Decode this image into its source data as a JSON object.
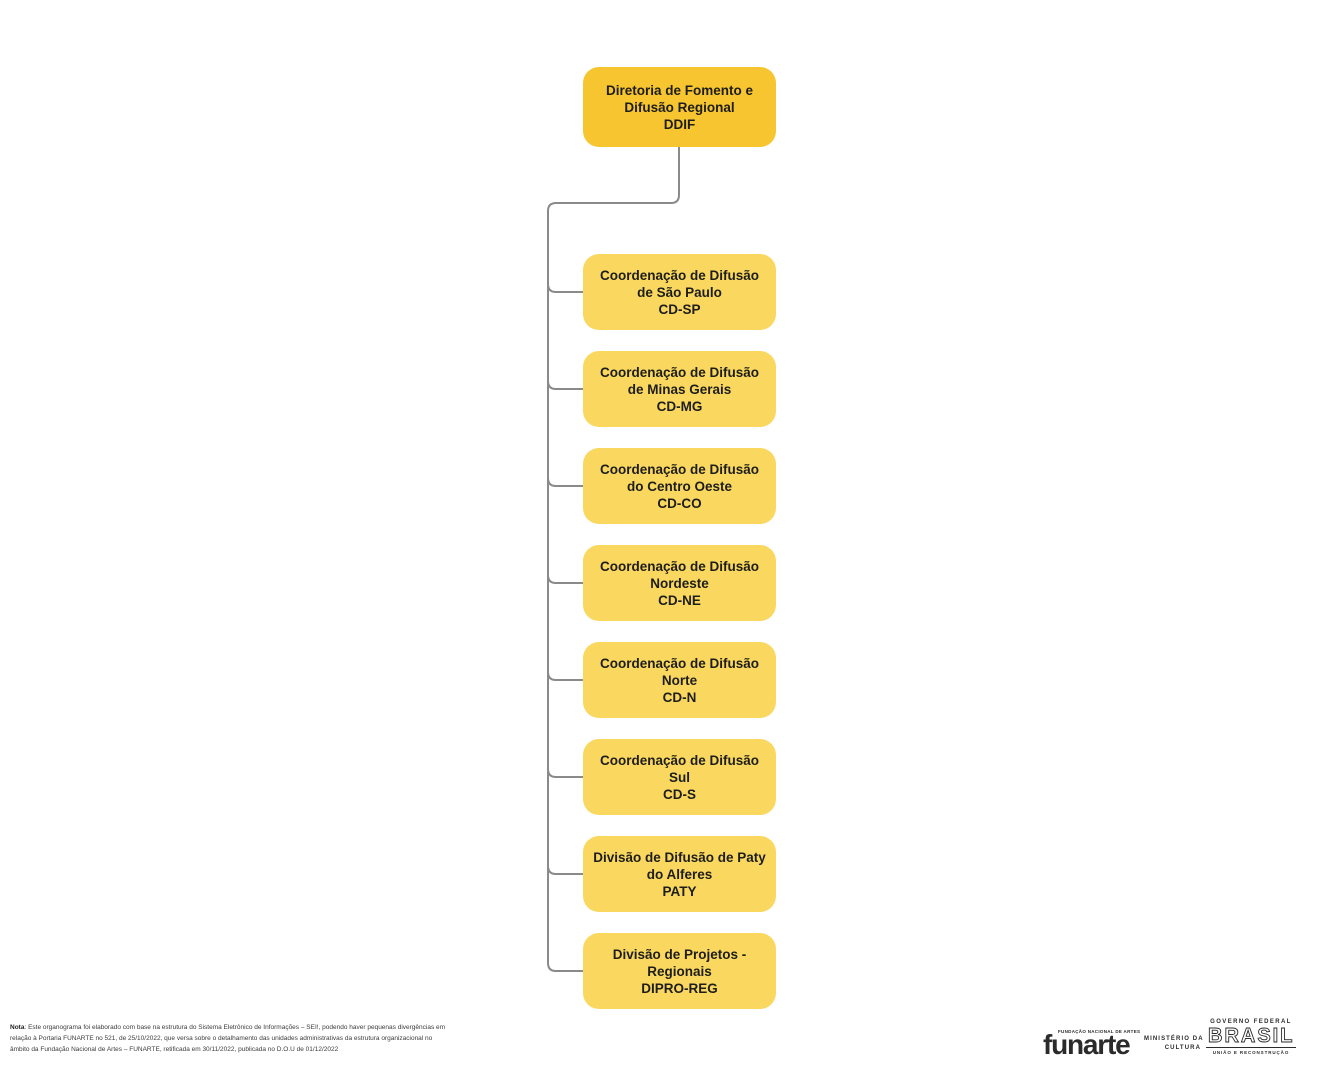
{
  "chart": {
    "root": {
      "name": "Diretoria de Fomento e Difusão Regional",
      "acronym": "DDIF"
    },
    "children": [
      {
        "name": "Coordenação de Difusão de São Paulo",
        "acronym": "CD-SP"
      },
      {
        "name": "Coordenação de Difusão de Minas Gerais",
        "acronym": "CD-MG"
      },
      {
        "name": "Coordenação de Difusão do Centro Oeste",
        "acronym": "CD-CO"
      },
      {
        "name": "Coordenação de Difusão Nordeste",
        "acronym": "CD-NE"
      },
      {
        "name": "Coordenação de Difusão Norte",
        "acronym": "CD-N"
      },
      {
        "name": "Coordenação de Difusão Sul",
        "acronym": "CD-S"
      },
      {
        "name": "Divisão de Difusão de Paty do Alferes",
        "acronym": "PATY"
      },
      {
        "name": "Divisão de Projetos - Regionais",
        "acronym": "DIPRO-REG"
      }
    ],
    "colors": {
      "root_box": "#F7C52F",
      "child_box": "#FAD85F",
      "connector": "#8a8a8a",
      "text": "#1d1d1b"
    }
  },
  "note": {
    "label": "Nota",
    "line1_rest": ": Este organograma foi elaborado com base na estrutura do Sistema Eletrônico de Informações – SEI!, podendo haver pequenas divergências em",
    "line2": "relação à Portaria FUNARTE no 521, de 25/10/2022, que versa sobre o detalhamento das unidades administrativas da estrutura organizacional no",
    "line3": "âmbito da Fundação Nacional de Artes – FUNARTE, retificada em 30/11/2022, publicada no D.O.U de 01/12/2022"
  },
  "footer": {
    "funarte": {
      "top_text": "FUNDAÇÃO NACIONAL DE ARTES",
      "wordmark": "funarte"
    },
    "ministerio": {
      "line1": "MINISTÉRIO DA",
      "line2": "CULTURA"
    },
    "governo": {
      "top": "GOVERNO FEDERAL",
      "brasil": "BRASIL",
      "bottom": "UNIÃO E RECONSTRUÇÃO"
    }
  }
}
